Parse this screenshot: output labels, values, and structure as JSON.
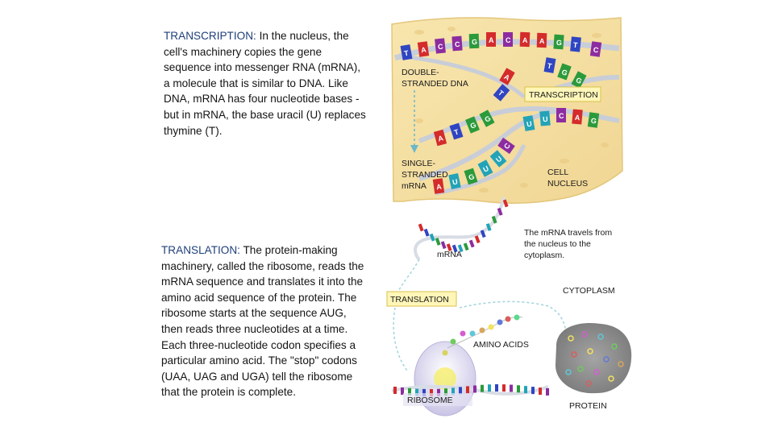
{
  "transcription": {
    "heading": "TRANSCRIPTION:",
    "body": " In the nucleus, the cell's machinery copies the gene sequence into messenger RNA (mRNA), a molecule that is similar to DNA. Like DNA, mRNA has four nucleotide bases - but in mRNA, the base uracil (U) replaces thymine (T)."
  },
  "translation": {
    "heading": "TRANSLATION:",
    "body": " The protein-making machinery, called the ribosome, reads the mRNA sequence and translates it into the amino acid sequence of the protein. The ribosome starts at the sequence AUG, then reads three nucleotides at a time. Each three-nucleotide codon specifies a particular amino acid. The \"stop\" codons (UAA, UAG and UGA) tell the ribosome that the protein is complete."
  },
  "diagram": {
    "double_stranded_line1": "DOUBLE-",
    "double_stranded_line2": "STRANDED DNA",
    "transcription_label": "TRANSCRIPTION",
    "single_stranded_line1": "SINGLE-",
    "single_stranded_line2": "STRANDED",
    "single_stranded_line3": "mRNA",
    "cell_line1": "CELL",
    "cell_line2": "NUCLEUS",
    "travel_line1": "The mRNA travels from",
    "travel_line2": "the nucleus to the",
    "travel_line3": "cytoplasm.",
    "mrna_label": "mRNA",
    "translation_label": "TRANSLATION",
    "cytoplasm_label": "CYTOPLASM",
    "amino_acids_label": "AMINO ACIDS",
    "ribosome_label": "RIBOSOME",
    "protein_label": "PROTEIN",
    "top_bases": [
      "T",
      "A",
      "C",
      "C",
      "G",
      "A",
      "C",
      "A",
      "A",
      "G",
      "T",
      "C"
    ],
    "middle_bases": [
      "T",
      "G",
      "G",
      "A",
      "T"
    ],
    "upper_mrna_bases": [
      "A",
      "T",
      "G",
      "G",
      "U",
      "U",
      "C",
      "A",
      "G"
    ],
    "lower_mrna_bases": [
      "A",
      "U",
      "G",
      "U",
      "U",
      "C"
    ]
  },
  "colors": {
    "nucleus": "#f5e2a8",
    "base_A": "#d42b2b",
    "base_T": "#2f45c2",
    "base_C": "#8d2ca0",
    "base_G": "#2b9a3b",
    "base_U": "#22a3b8",
    "heading": "#1f3f7a",
    "ribosome": "#d9d6ee",
    "protein_blob": "#8a8a8a"
  }
}
